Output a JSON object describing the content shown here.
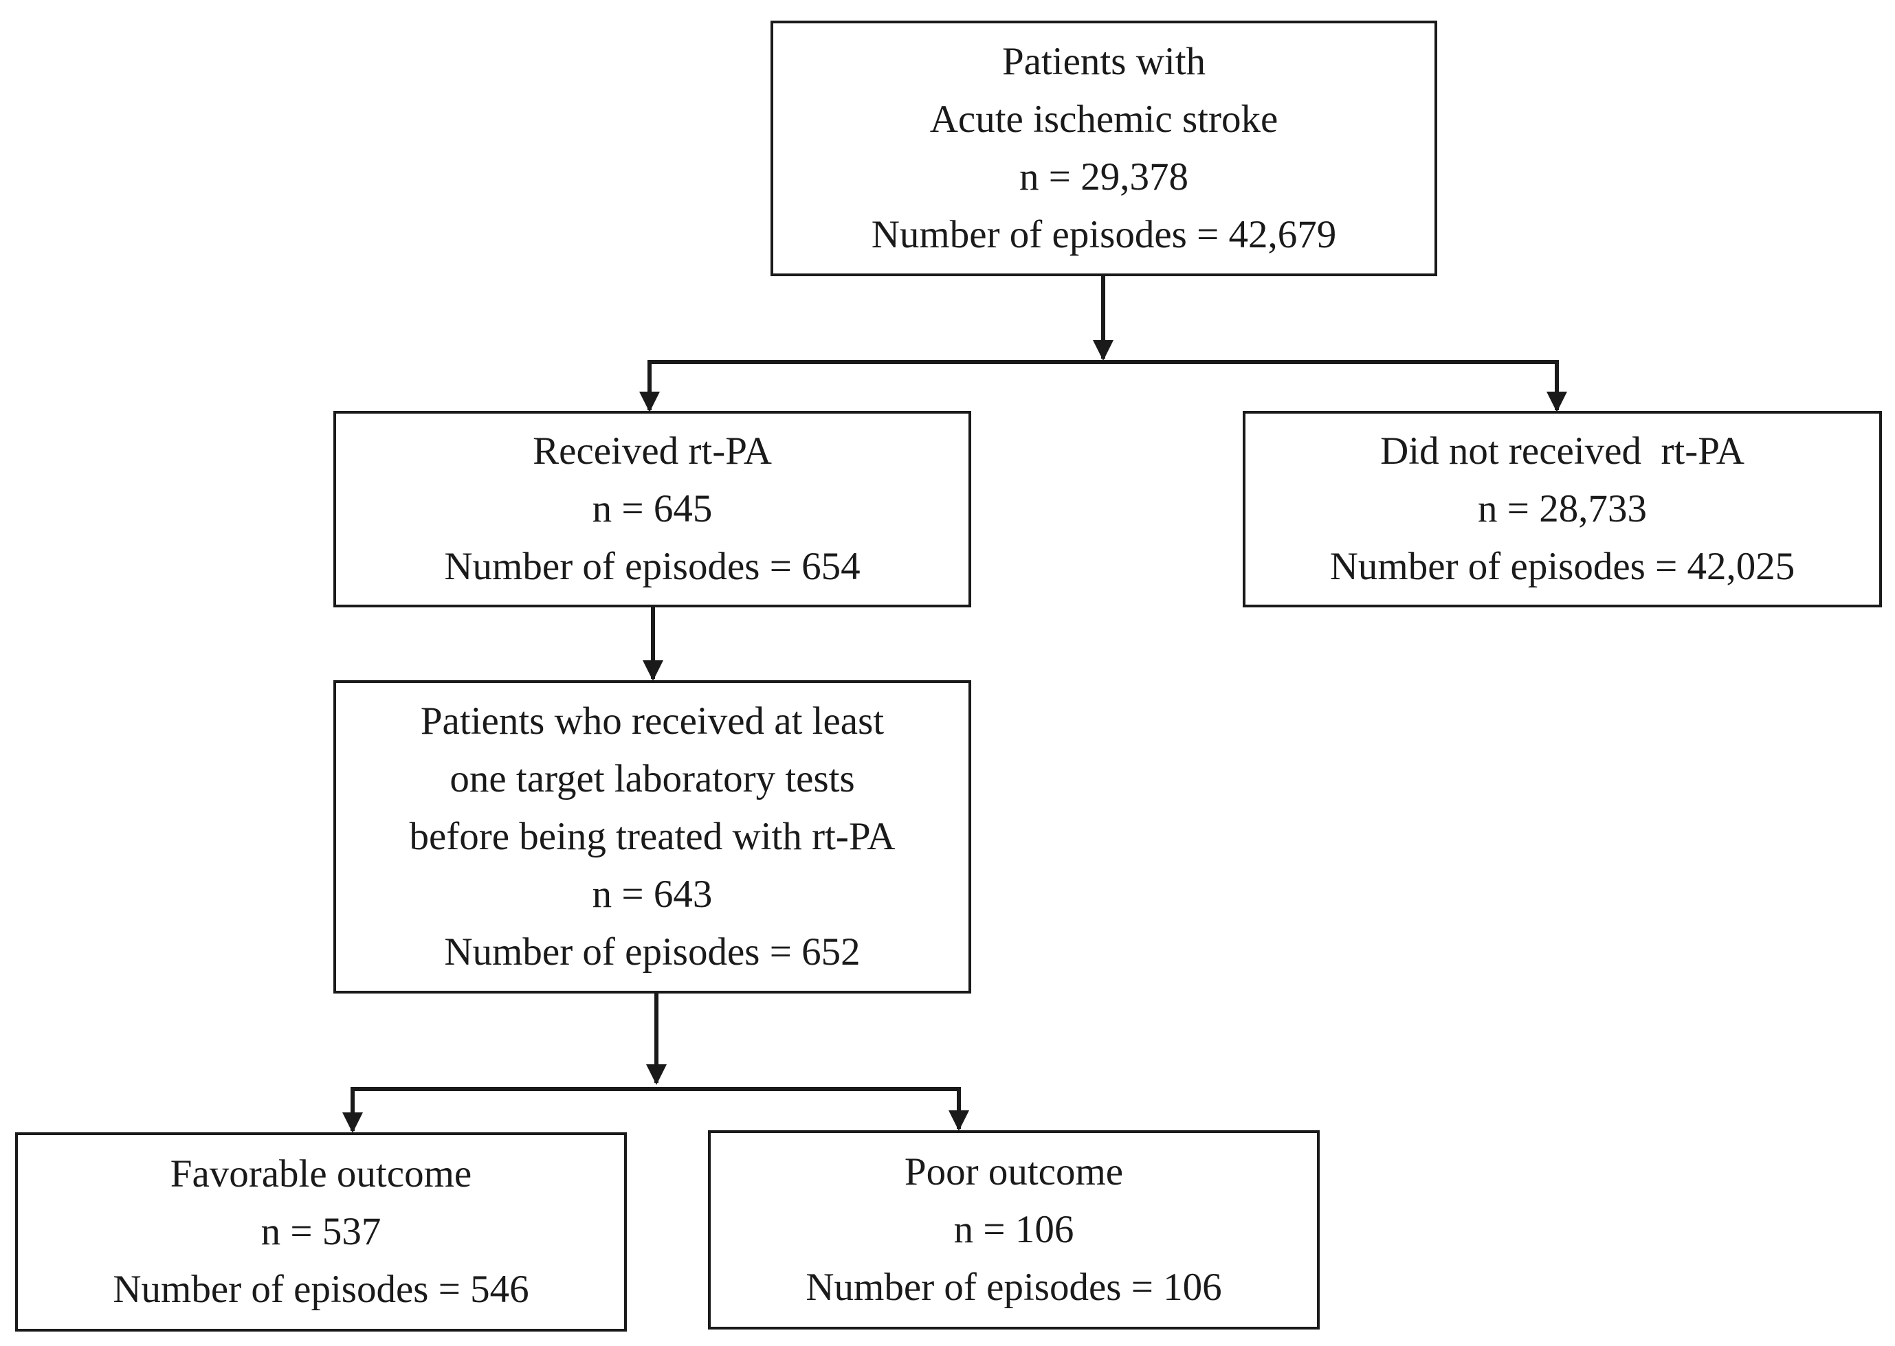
{
  "boxes": {
    "root": {
      "line1": "Patients with",
      "line2": "Acute ischemic stroke",
      "line3": "n = 29,378",
      "line4": "Number of episodes = 42,679"
    },
    "received": {
      "line1": "Received rt-PA",
      "line2": "n = 645",
      "line3": "Number of episodes = 654"
    },
    "not_received": {
      "line1": "Did not received  rt-PA",
      "line2": "n = 28,733",
      "line3": "Number of episodes = 42,025"
    },
    "lab_tests": {
      "line1": "Patients who received at least",
      "line2": "one target laboratory tests",
      "line3": "before being treated with rt-PA",
      "line4": "n = 643",
      "line5": "Number of episodes = 652"
    },
    "favorable": {
      "line1": "Favorable outcome",
      "line2": "n = 537",
      "line3": "Number of episodes = 546"
    },
    "poor": {
      "line1": "Poor outcome",
      "line2": "n = 106",
      "line3": "Number of episodes = 106"
    }
  },
  "colors": {
    "stroke": "#1a1a1a",
    "background": "#ffffff"
  }
}
